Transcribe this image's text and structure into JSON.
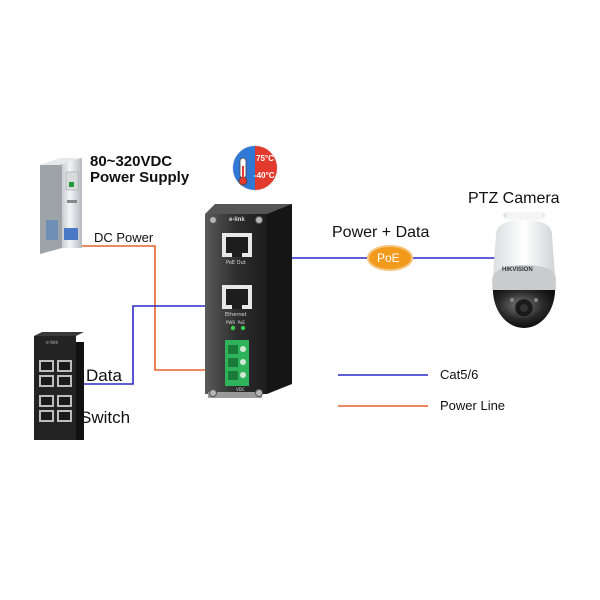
{
  "diagram": {
    "power_supply": {
      "label_line1": "80~320VDC",
      "label_line2": "Power Supply"
    },
    "dc_power_label": "DC Power",
    "injector": {
      "brand": "e-link",
      "port_poe_out": "PoE Out",
      "port_ethernet": "Ethernet",
      "led_labels": "PWR  PoE",
      "terminal_label": "VDC"
    },
    "temperature_badge": {
      "high": "75°C",
      "low": "-40°C"
    },
    "power_data_label": "Power + Data",
    "poe_badge": "PoE",
    "camera": {
      "label": "PTZ Camera",
      "brand": "HIKVISION"
    },
    "switch": {
      "label": "Switch",
      "brand": "e-link"
    },
    "data_label": "Data",
    "legend": [
      {
        "label": "Cat5/6",
        "color": "#2c2cc9"
      },
      {
        "label": "Power Line",
        "color": "#e8642a"
      }
    ],
    "colors": {
      "data_line": "#2c2cc9",
      "power_line": "#e8642a",
      "poe_badge": "#f29a1c"
    }
  }
}
